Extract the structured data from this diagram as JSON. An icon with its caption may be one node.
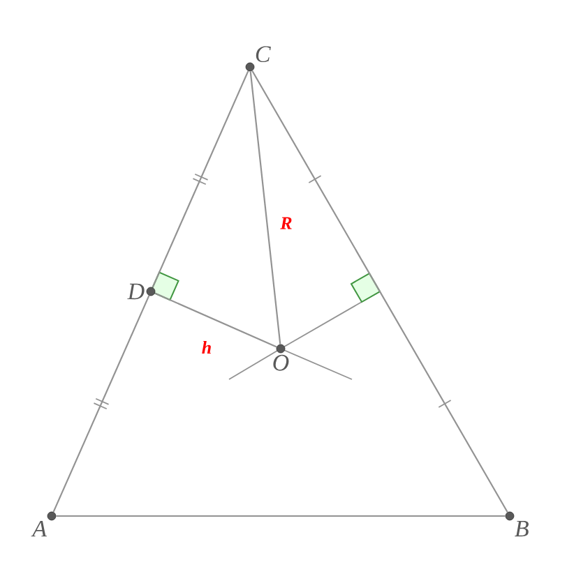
{
  "diagram": {
    "nodes": [
      {
        "text": [
          "A"
        ]
      },
      {
        "text": [
          "B"
        ]
      },
      {
        "text": [
          "C"
        ]
      },
      {
        "text": [
          "D"
        ]
      },
      {
        "text": [
          "O"
        ]
      }
    ],
    "edges": [
      {
        "from": 0,
        "to": 1,
        "arrow": "none"
      },
      {
        "from": 1,
        "to": 2,
        "arrow": "none"
      },
      {
        "from": 0,
        "to": 3,
        "arrow": "none"
      },
      {
        "from": 3,
        "to": 2,
        "arrow": "none"
      },
      {
        "from": 2,
        "to": 4,
        "arrow": "none",
        "label": "R"
      },
      {
        "from": 3,
        "to": 4,
        "arrow": "none",
        "label": "h"
      }
    ]
  }
}
